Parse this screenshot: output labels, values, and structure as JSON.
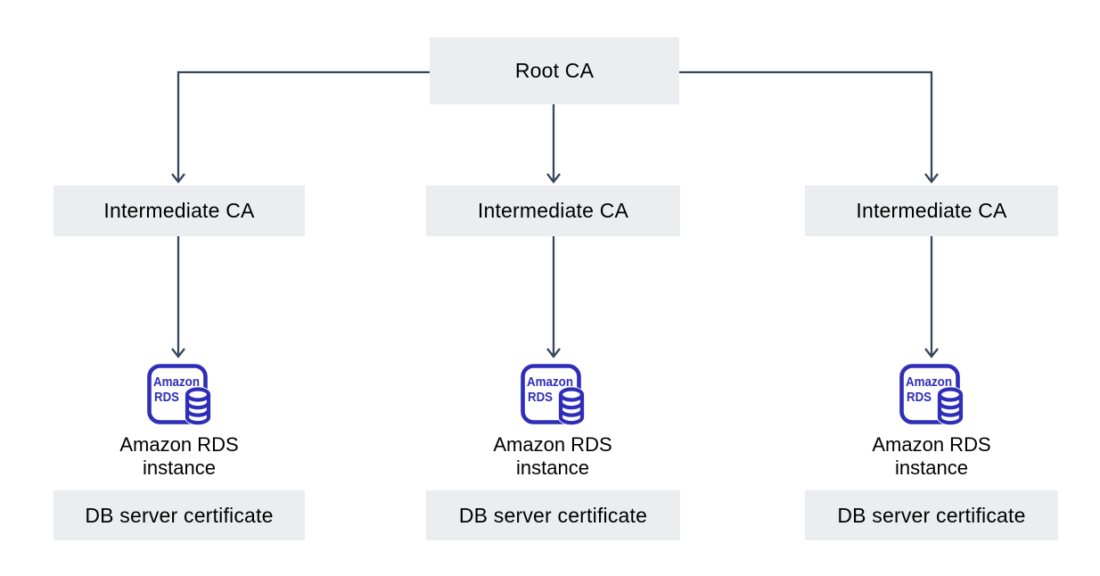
{
  "colors": {
    "background": "#FFFFFF",
    "node_fill": "#ECEDF1",
    "connector": "#37465A",
    "rds_icon": "#2E2EB8",
    "text": "#000000"
  },
  "diagram": {
    "root_node": {
      "label": "Root CA"
    },
    "branches": [
      {
        "intermediate": {
          "label": "Intermediate CA"
        },
        "rds_icon": {
          "line1": "Amazon",
          "line2": "RDS"
        },
        "instance": {
          "line1": "Amazon RDS",
          "line2": "instance"
        },
        "certificate": {
          "label": "DB server certificate"
        }
      },
      {
        "intermediate": {
          "label": "Intermediate CA"
        },
        "rds_icon": {
          "line1": "Amazon",
          "line2": "RDS"
        },
        "instance": {
          "line1": "Amazon RDS",
          "line2": "instance"
        },
        "certificate": {
          "label": "DB server certificate"
        }
      },
      {
        "intermediate": {
          "label": "Intermediate CA"
        },
        "rds_icon": {
          "line1": "Amazon",
          "line2": "RDS"
        },
        "instance": {
          "line1": "Amazon RDS",
          "line2": "instance"
        },
        "certificate": {
          "label": "DB server certificate"
        }
      }
    ]
  }
}
